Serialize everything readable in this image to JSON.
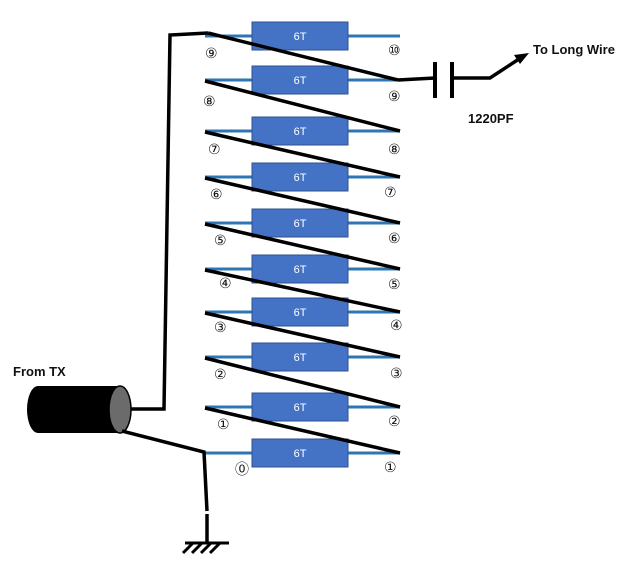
{
  "labels": {
    "from_tx": "From TX",
    "to_long_wire": "To Long Wire",
    "capacitor": "1220PF"
  },
  "coil_label": "6T",
  "coils": [
    {
      "label": "6T",
      "left_tap": "⑨",
      "right_tap": "⑩"
    },
    {
      "label": "6T",
      "left_tap": "⑧",
      "right_tap": "⑨"
    },
    {
      "label": "6T",
      "left_tap": "⑦",
      "right_tap": "⑧"
    },
    {
      "label": "6T",
      "left_tap": "⑥",
      "right_tap": "⑦"
    },
    {
      "label": "6T",
      "left_tap": "⑤",
      "right_tap": "⑥"
    },
    {
      "label": "6T",
      "left_tap": "④",
      "right_tap": "⑤"
    },
    {
      "label": "6T",
      "left_tap": "③",
      "right_tap": "④"
    },
    {
      "label": "6T",
      "left_tap": "②",
      "right_tap": "③"
    },
    {
      "label": "6T",
      "left_tap": "①",
      "right_tap": "②"
    },
    {
      "label": "6T",
      "left_tap": "⓪",
      "right_tap": "①"
    }
  ],
  "colors": {
    "coil": "#4472c4",
    "lead": "#2e75b6",
    "wire": "#000000"
  }
}
